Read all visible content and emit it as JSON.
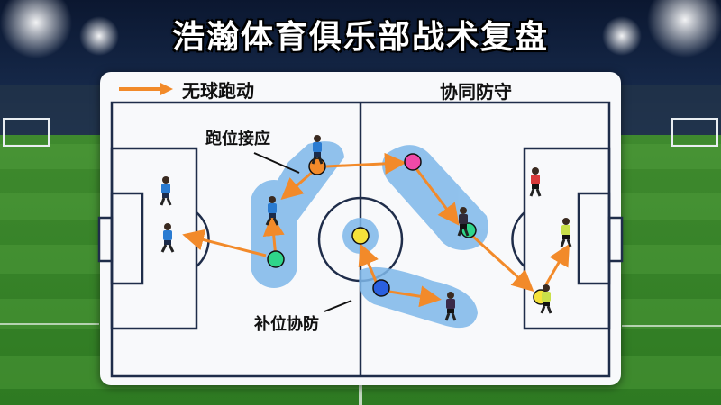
{
  "title": "浩瀚体育俱乐部战术复盘",
  "legend": {
    "left_label": "无球跑动",
    "right_label": "协同防守"
  },
  "annotations": {
    "support_run": "跑位接应",
    "cover_defense": "补位协防"
  },
  "colors": {
    "arrow": "#f28a2a",
    "zone": "#7fb8ea",
    "line": "#1f2d4a",
    "team_blue": "#2a7bd1",
    "team_red": "#d83a3a",
    "team_dark": "#2f2a3a",
    "team_lime": "#c9e04a"
  },
  "markers": [
    {
      "name": "orange-marker",
      "color": "#f28a2a"
    },
    {
      "name": "green-marker-left",
      "color": "#2fd58a"
    },
    {
      "name": "pink-marker",
      "color": "#f04aa8"
    },
    {
      "name": "green-marker-right",
      "color": "#2fd58a"
    },
    {
      "name": "yellow-marker-center",
      "color": "#f5e23a"
    },
    {
      "name": "blue-marker",
      "color": "#2a5fe0"
    },
    {
      "name": "yellow-marker-right",
      "color": "#f5e23a"
    }
  ]
}
